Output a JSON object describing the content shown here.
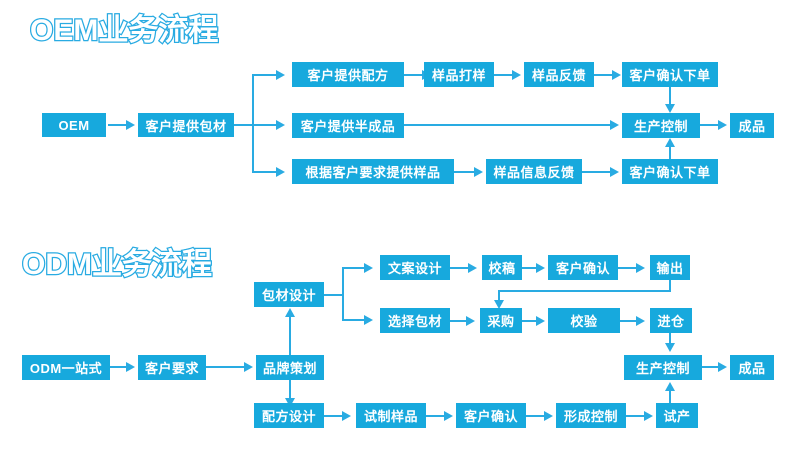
{
  "page": {
    "background": "#ffffff",
    "node_color": "#17A9DD",
    "line_color": "#29ABE2",
    "title_outline_color": "#29ABE2",
    "title_fill_color": "#ffffff",
    "node_text_color": "#ffffff"
  },
  "sections": [
    {
      "id": "oem",
      "title": "OEM业务流程",
      "nodes": {
        "start": "OEM",
        "packaging": "客户提供包材",
        "branch1_a": "客户提供配方",
        "branch1_b": "样品打样",
        "branch1_c": "样品反馈",
        "branch1_d": "客户确认下单",
        "branch2_a": "客户提供半成品",
        "branch3_a": "根据客户要求提供样品",
        "branch3_b": "样品信息反馈",
        "branch3_c": "客户确认下单",
        "production": "生产控制",
        "finished": "成品"
      }
    },
    {
      "id": "odm",
      "title": "ODM业务流程",
      "nodes": {
        "start": "ODM一站式",
        "requirement": "客户要求",
        "branding": "品牌策划",
        "package_design": "包材设计",
        "copy_design": "文案设计",
        "proofread": "校稿",
        "confirm_top": "客户确认",
        "output": "输出",
        "select_package": "选择包材",
        "purchase": "采购",
        "inspection": "校验",
        "warehouse": "进仓",
        "formula_design": "配方设计",
        "trial_sample": "试制样品",
        "confirm_bottom": "客户确认",
        "form_control": "形成控制",
        "trial_production": "试产",
        "production": "生产控制",
        "finished": "成品"
      }
    }
  ]
}
